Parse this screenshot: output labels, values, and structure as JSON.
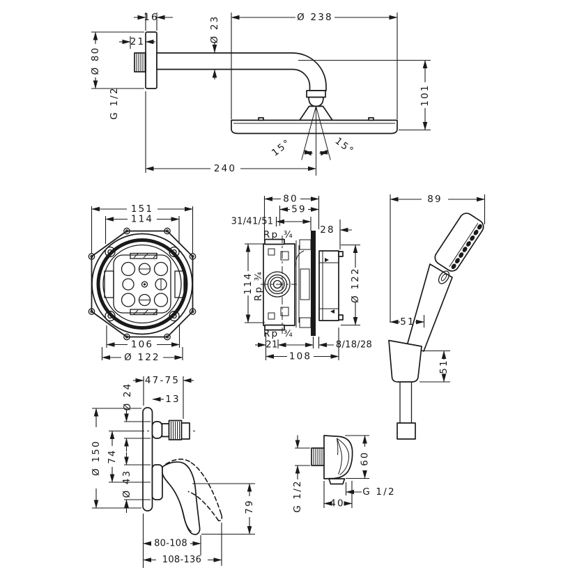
{
  "colors": {
    "line": "#1a1a1a",
    "background": "#ffffff"
  },
  "views": {
    "overhead_shower": {
      "dims": {
        "plate_thickness": "16",
        "arm_diameter": "Ø 23",
        "head_diameter": "Ø 238",
        "thread_length": "21",
        "plate_diameter": "Ø 80",
        "wall_thread": "G 1/2",
        "head_height": "101",
        "arm_length": "240",
        "tilt_left": "15°",
        "tilt_right": "15°"
      }
    },
    "ibox_front": {
      "dims": {
        "outer_width": "151",
        "bolt_circle_width": "114",
        "lower_width": "106",
        "flange_diameter": "Ø 122"
      }
    },
    "ibox_side": {
      "dims": {
        "body_depth": "80",
        "inner_depth": "59",
        "install_depth_range": "31/41/51",
        "front_protrusion": "28",
        "thread_top": "Rp ¾",
        "port_spacing": "114",
        "thread_mid": "Rp ¾",
        "flange_diameter": "Ø 122",
        "thread_bottom": "Rp ¾",
        "rear_offset": "21",
        "finish_depth_range": "8/18/28",
        "total_depth": "108"
      }
    },
    "hand_shower": {
      "dims": {
        "set_width": "89",
        "holder_width": "51",
        "holder_height": "51"
      }
    },
    "mixer": {
      "dims": {
        "stem_length_range": "47-75",
        "plate_thickness": "13",
        "stem_diameter": "Ø 24",
        "plate_diameter": "Ø 150",
        "axis_spacing": "74",
        "boss_diameter": "Ø 43",
        "lever_drop": "79",
        "lever_reach_closed": "80-108",
        "lever_reach_open": "108-136"
      }
    },
    "wall_outlet": {
      "dims": {
        "body_height": "60",
        "inlet_thread": "G 1/2",
        "body_width": "40",
        "outlet_thread": "G 1/2"
      }
    }
  }
}
